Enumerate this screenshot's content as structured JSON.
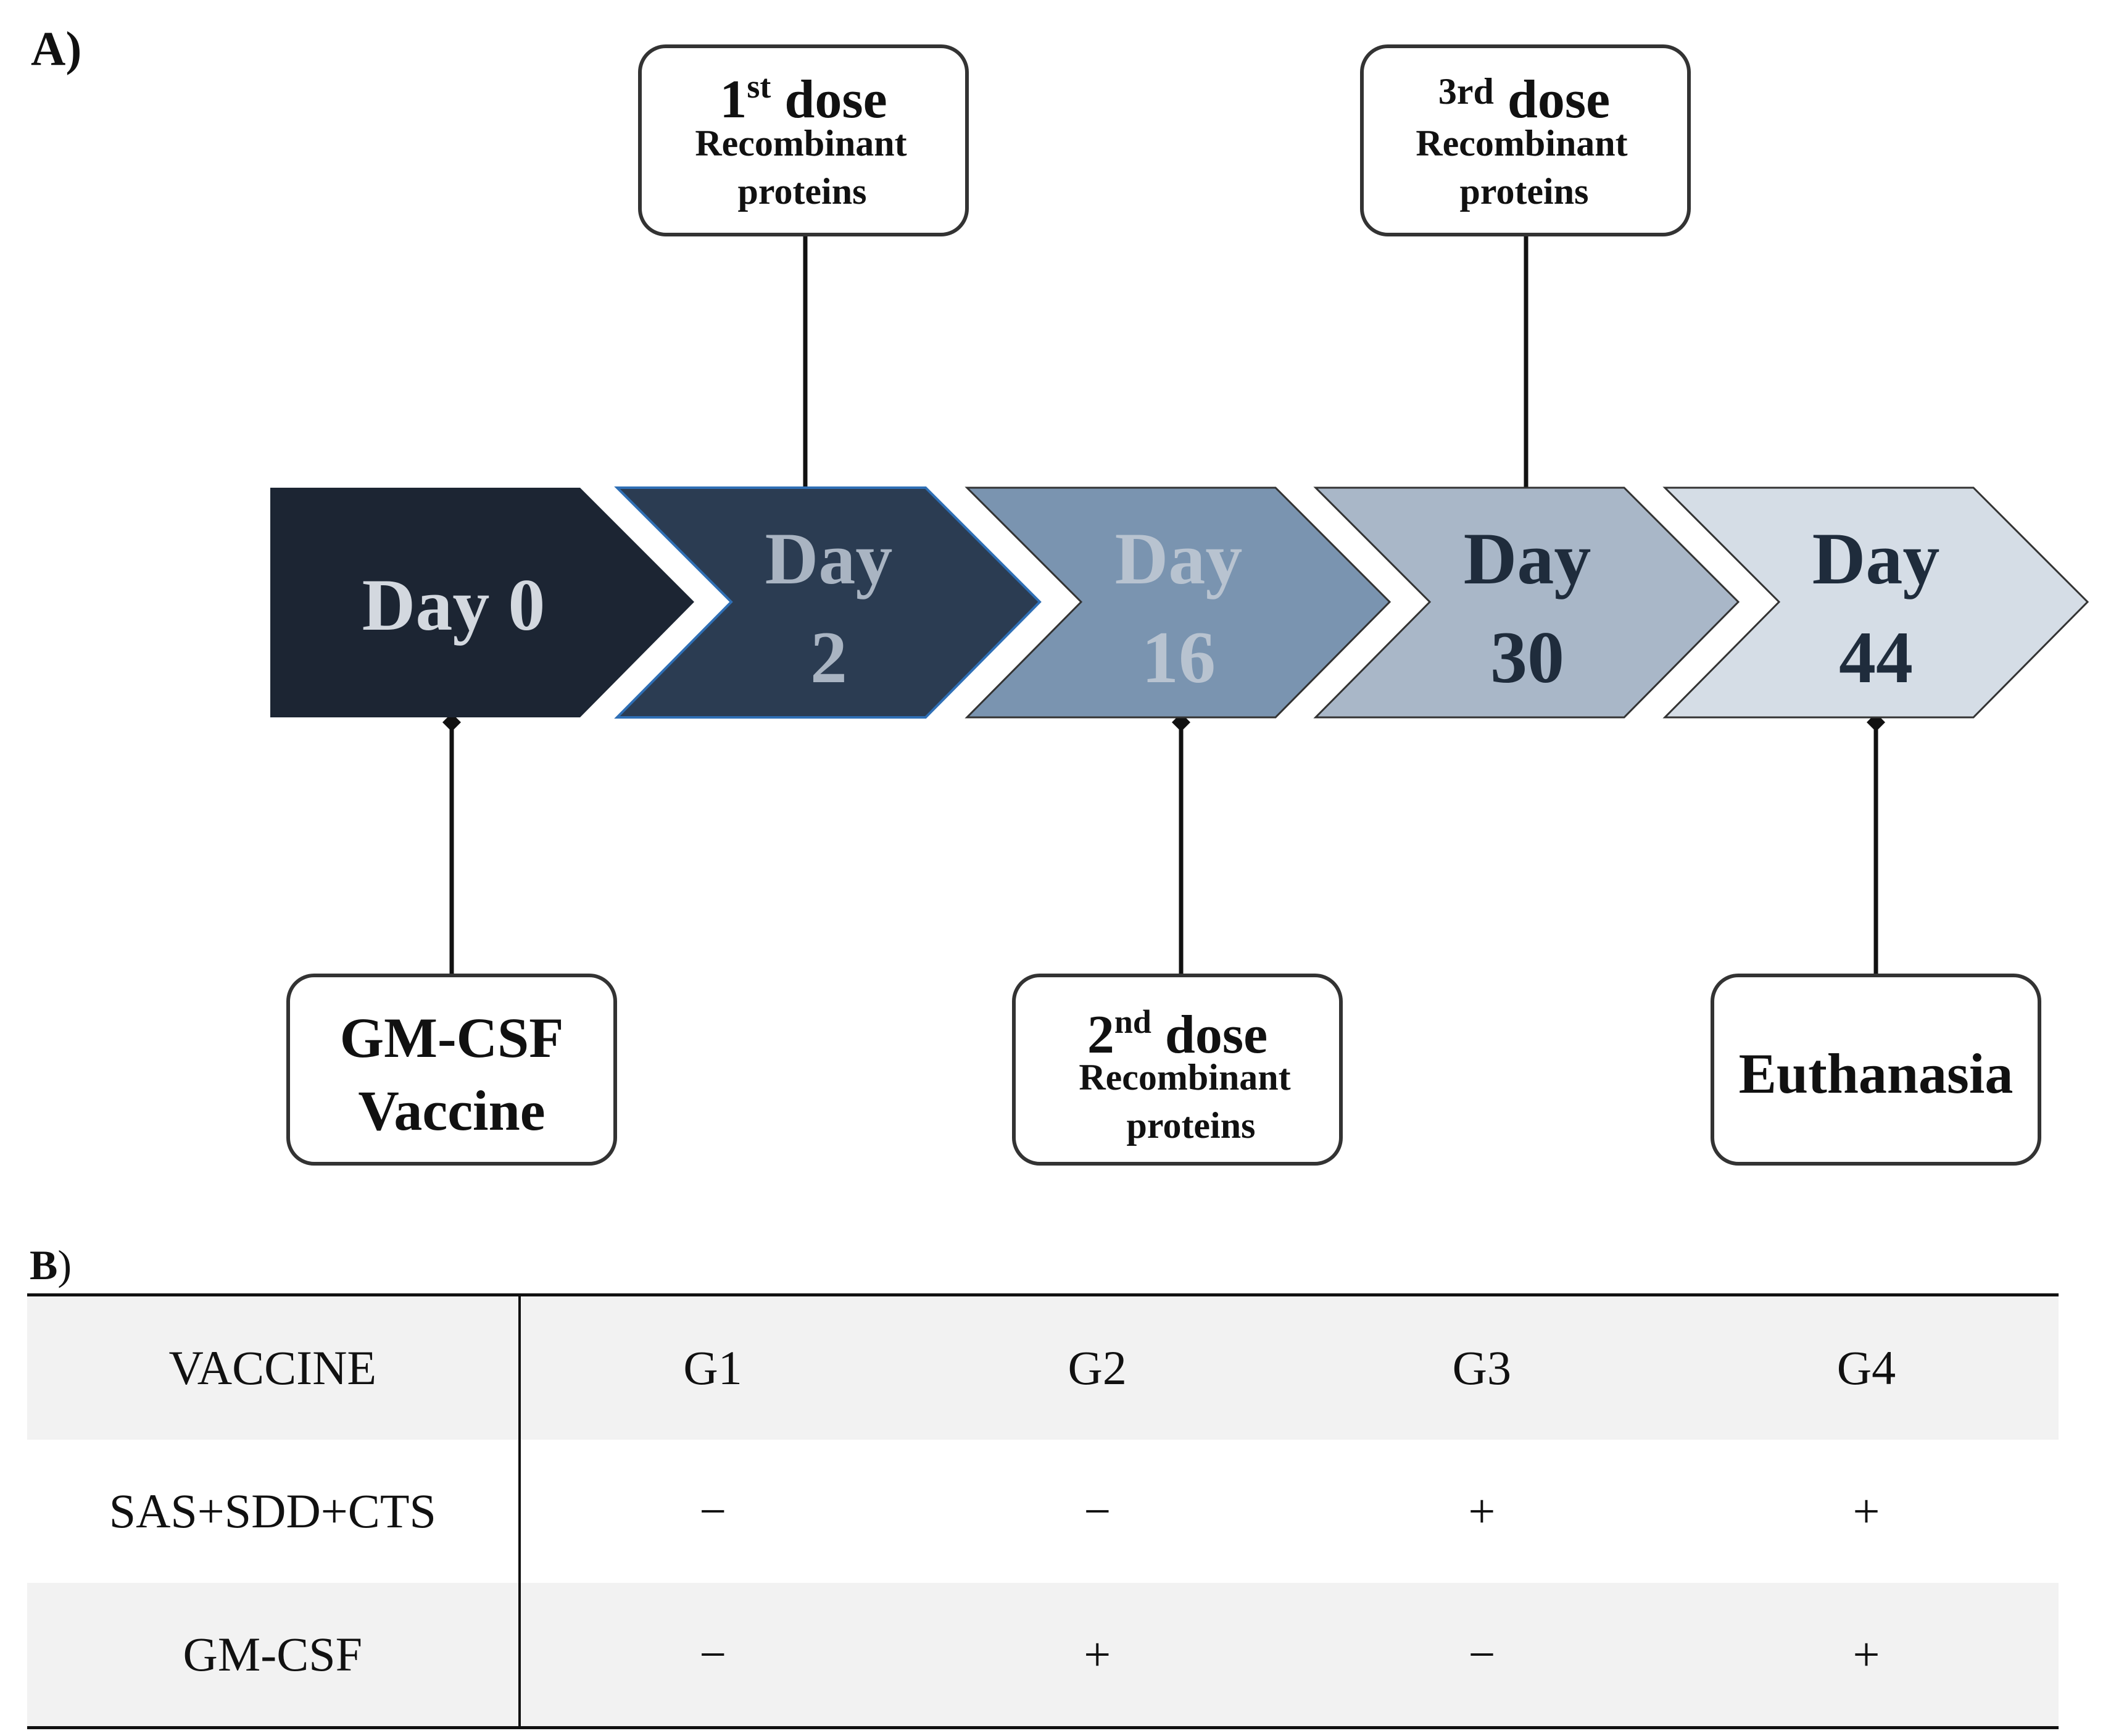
{
  "panel_a": {
    "label": "A)",
    "chevrons": [
      {
        "line1": "Day 0",
        "line2": "",
        "fill": "#1c2533",
        "text_color": "#d3d8df"
      },
      {
        "line1": "Day",
        "line2": "2",
        "fill": "#2b3c52",
        "text_color": "#a9b4c2"
      },
      {
        "line1": "Day",
        "line2": "16",
        "fill": "#7a94b0",
        "text_color": "#b8c3d0"
      },
      {
        "line1": "Day",
        "line2": "30",
        "fill": "#a9b7c8",
        "text_color": "#1f2c3c"
      },
      {
        "line1": "Day",
        "line2": "44",
        "fill": "#d5dde6",
        "text_color": "#1f2c3c"
      }
    ],
    "events": [
      {
        "title": "1",
        "sup": "st",
        "title_rest": " dose",
        "sub1": "Recombinant",
        "sub2": "proteins"
      },
      {
        "title": "3rd",
        "sup": "",
        "title_rest": " dose",
        "sub1": "Recombinant",
        "sub2": "proteins"
      },
      {
        "title": "GM-CSF",
        "sup": "",
        "title_rest": "",
        "sub1": "Vaccine",
        "sub2": ""
      },
      {
        "title": "2",
        "sup": "nd",
        "title_rest": " dose",
        "sub1": "Recombinant",
        "sub2": "proteins"
      },
      {
        "title": "Euthanasia",
        "sup": "",
        "title_rest": "",
        "sub1": "",
        "sub2": ""
      }
    ]
  },
  "panel_b": {
    "label": "B",
    "label_suffix": ")",
    "header": [
      "VACCINE",
      "G1",
      "G2",
      "G3",
      "G4"
    ],
    "rows": [
      [
        "SAS+SDD+CTS",
        "−",
        "−",
        "+",
        "+"
      ],
      [
        "GM-CSF",
        "−",
        "+",
        "−",
        "+"
      ]
    ]
  }
}
